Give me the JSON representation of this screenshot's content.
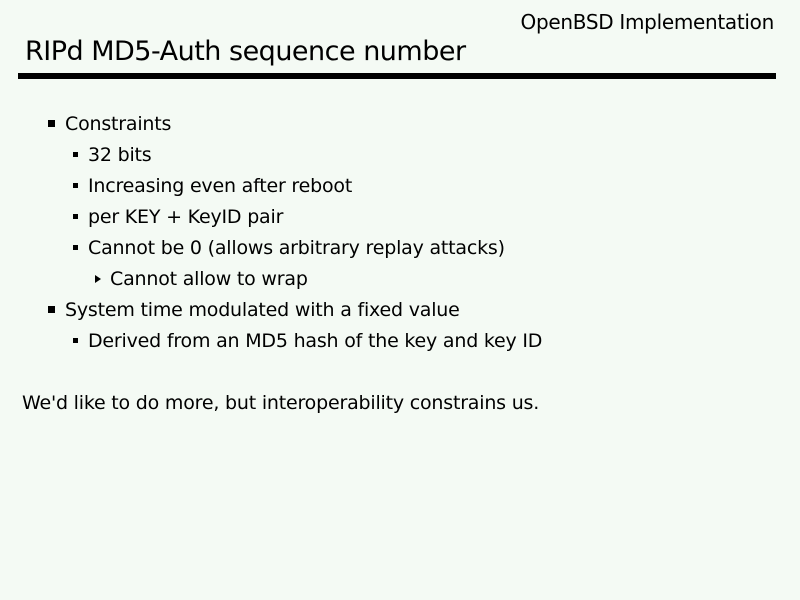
{
  "colors": {
    "background": "#f4faf4",
    "text": "#000000",
    "rule": "#000000"
  },
  "header": {
    "corner_label": "OpenBSD Implementation",
    "title": "RIPd MD5-Auth sequence number"
  },
  "slide": {
    "bullets": [
      {
        "level": 1,
        "text": "Constraints"
      },
      {
        "level": 2,
        "text": "32 bits"
      },
      {
        "level": 2,
        "text": "Increasing even after reboot"
      },
      {
        "level": 2,
        "text": "per KEY + KeyID pair"
      },
      {
        "level": 2,
        "text": "Cannot be 0 (allows arbitrary replay attacks)"
      },
      {
        "level": 3,
        "text": "Cannot allow to wrap"
      },
      {
        "level": 1,
        "text": "System time modulated with a fixed value"
      },
      {
        "level": 2,
        "text": "Derived from an MD5 hash of the key and key ID"
      }
    ],
    "closing": "We'd like to do more, but interoperability constrains us."
  }
}
